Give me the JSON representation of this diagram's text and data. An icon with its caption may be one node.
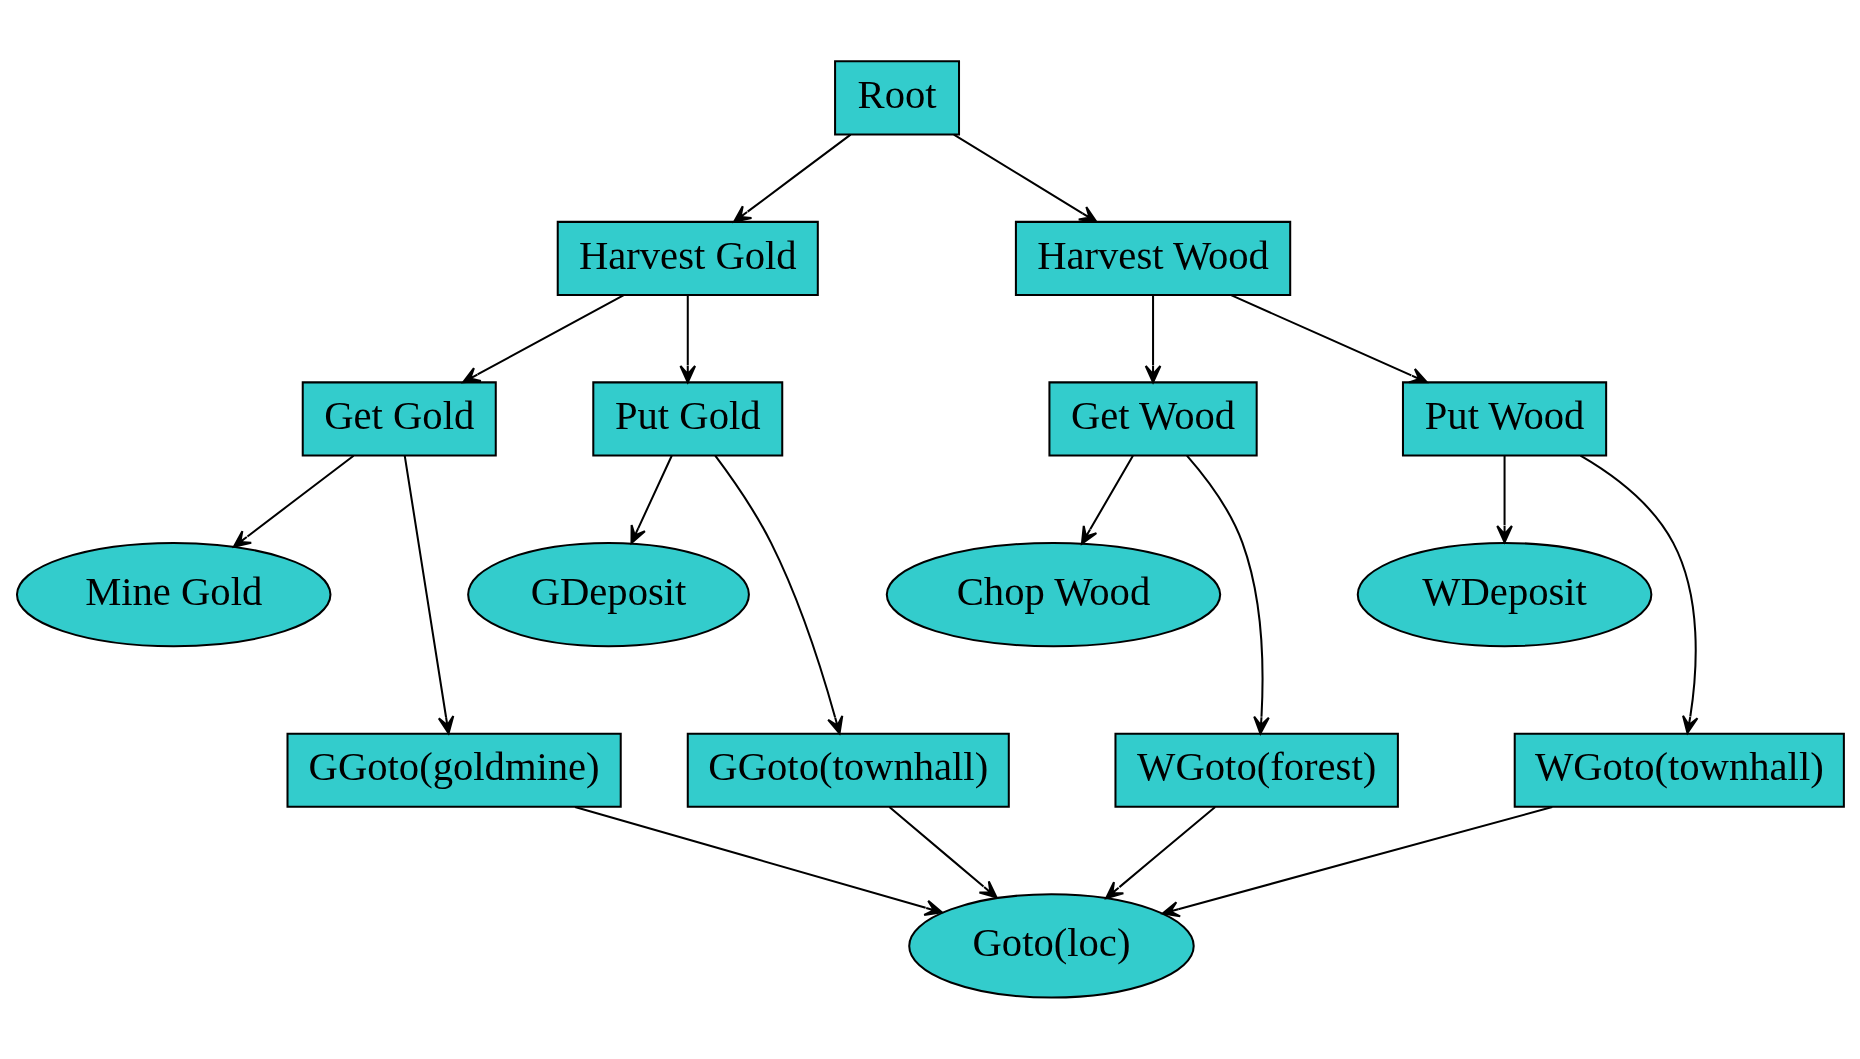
{
  "diagram": {
    "nodes": [
      {
        "text": [
          "Root"
        ]
      },
      {
        "text": [
          "Harvest Gold"
        ]
      },
      {
        "text": [
          "Harvest Wood"
        ]
      },
      {
        "text": [
          "Get Gold"
        ]
      },
      {
        "text": [
          "Put Gold"
        ]
      },
      {
        "text": [
          "Get Wood"
        ]
      },
      {
        "text": [
          "Put Wood"
        ]
      },
      {
        "text": [
          "Mine Gold"
        ]
      },
      {
        "text": [
          "GDeposit"
        ]
      },
      {
        "text": [
          "Chop Wood"
        ]
      },
      {
        "text": [
          "WDeposit"
        ]
      },
      {
        "text": [
          "GGoto(goldmine)"
        ]
      },
      {
        "text": [
          "GGoto(townhall)"
        ]
      },
      {
        "text": [
          "WGoto(forest)"
        ]
      },
      {
        "text": [
          "WGoto(townhall)"
        ]
      },
      {
        "text": [
          "Goto(loc)"
        ]
      }
    ],
    "edges": [
      {
        "from": 0,
        "to": 1,
        "arrow": "to"
      },
      {
        "from": 0,
        "to": 2,
        "arrow": "to"
      },
      {
        "from": 1,
        "to": 3,
        "arrow": "to"
      },
      {
        "from": 1,
        "to": 4,
        "arrow": "to"
      },
      {
        "from": 2,
        "to": 5,
        "arrow": "to"
      },
      {
        "from": 2,
        "to": 6,
        "arrow": "to"
      },
      {
        "from": 3,
        "to": 7,
        "arrow": "to"
      },
      {
        "from": 3,
        "to": 11,
        "arrow": "to"
      },
      {
        "from": 4,
        "to": 8,
        "arrow": "to"
      },
      {
        "from": 4,
        "to": 12,
        "arrow": "to"
      },
      {
        "from": 5,
        "to": 9,
        "arrow": "to"
      },
      {
        "from": 5,
        "to": 13,
        "arrow": "to"
      },
      {
        "from": 6,
        "to": 10,
        "arrow": "to"
      },
      {
        "from": 6,
        "to": 14,
        "arrow": "to"
      },
      {
        "from": 11,
        "to": 15,
        "arrow": "to"
      },
      {
        "from": 12,
        "to": 15,
        "arrow": "to"
      },
      {
        "from": 13,
        "to": 15,
        "arrow": "to"
      },
      {
        "from": 14,
        "to": 15,
        "arrow": "to"
      }
    ]
  }
}
